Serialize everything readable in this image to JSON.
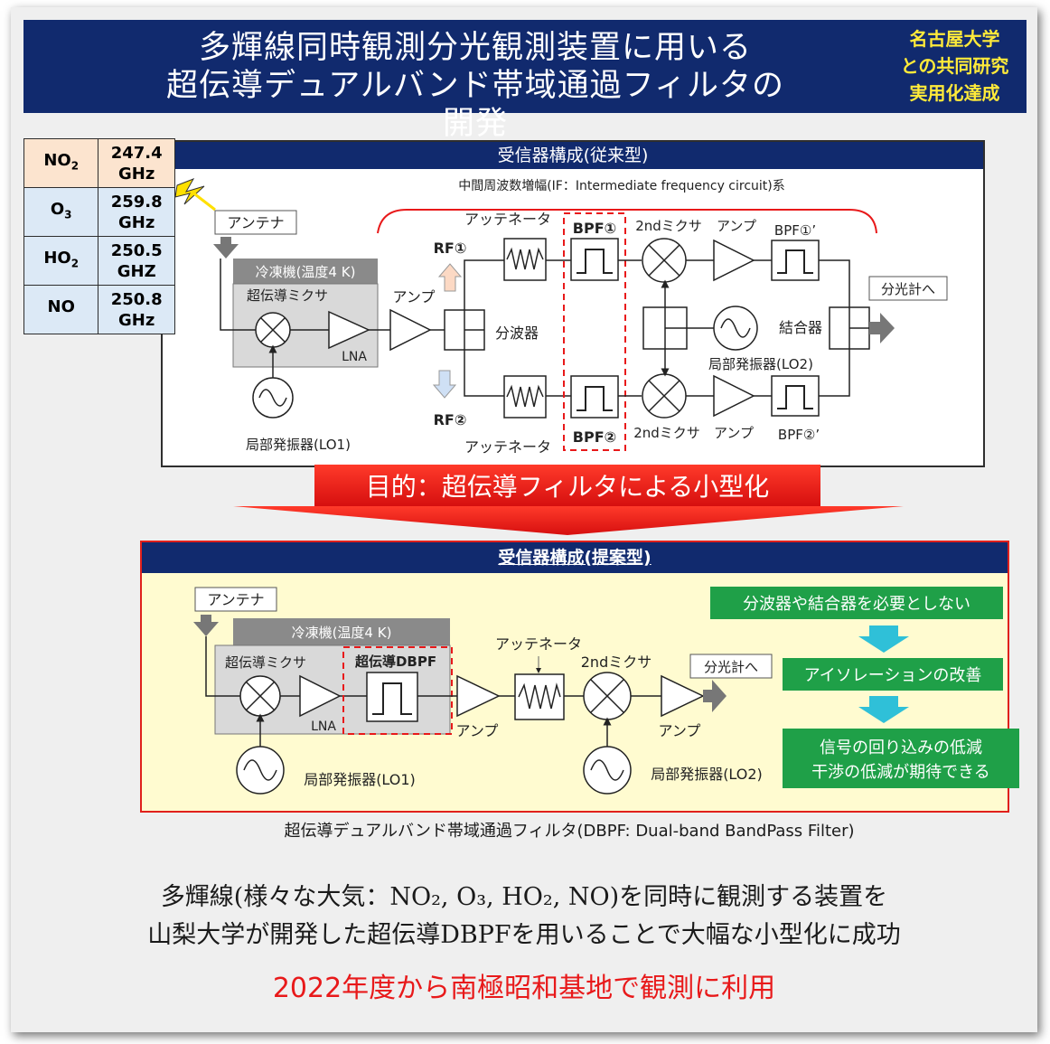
{
  "banner": {
    "title_line1": "多輝線同時観測分光観測装置に用いる",
    "title_line2": "超伝導デュアルバンド帯域通過フィルタの開発",
    "note_line1": "名古屋大学",
    "note_line2": "との共同研究",
    "note_line3": "実用化達成"
  },
  "gases": [
    {
      "name": "NO",
      "sub": "2",
      "freq": "247.4",
      "unit": "GHz"
    },
    {
      "name": "O",
      "sub": "3",
      "freq": "259.8",
      "unit": "GHz"
    },
    {
      "name": "HO",
      "sub": "2",
      "freq": "250.5",
      "unit": "GHZ"
    },
    {
      "name": "NO",
      "sub": "",
      "freq": "250.8",
      "unit": "GHz"
    }
  ],
  "conventional": {
    "header": "受信器構成(従来型)",
    "if_label": "中間周波数増幅(IF：Intermediate frequency circuit)系",
    "antenna": "アンテナ",
    "fridge": "冷凍機(温度4 K)",
    "sc_mixer": "超伝導ミクサ",
    "lna": "LNA",
    "lo1": "局部発振器(LO1)",
    "amp": "アンプ",
    "splitter": "分波器",
    "rf1": "RF①",
    "rf2": "RF②",
    "attenuator_top": "アッテネータ",
    "attenuator_bottom": "アッテネータ",
    "bpf1": "BPF①",
    "bpf2": "BPF②",
    "mixer2_top": "2ndミクサ",
    "mixer2_bottom": "2ndミクサ",
    "amp_top": "アンプ",
    "amp_bottom": "アンプ",
    "bpf1p": "BPF①’",
    "bpf2p": "BPF②’",
    "lo2": "局部発振器(LO2)",
    "combiner": "結合器",
    "to_spectrometer": "分光計へ"
  },
  "purpose": "目的：超伝導フィルタによる小型化",
  "proposed": {
    "header": "受信器構成(提案型)",
    "antenna": "アンテナ",
    "fridge": "冷凍機(温度4 K)",
    "sc_mixer": "超伝導ミクサ",
    "sc_dbpf": "超伝導DBPF",
    "lna": "LNA",
    "lo1": "局部発振器(LO1)",
    "amp1": "アンプ",
    "attenuator": "アッテネータ",
    "mixer2": "2ndミクサ",
    "amp2": "アンプ",
    "lo2": "局部発振器(LO2)",
    "to_spectrometer": "分光計へ",
    "benefit1": "分波器や結合器を必要としない",
    "benefit2": "アイソレーションの改善",
    "benefit3_line1": "信号の回り込みの低減",
    "benefit3_line2": "干渉の低減が期待できる"
  },
  "dbpf_caption": "超伝導デュアルバンド帯域通過フィルタ(DBPF: Dual-band BandPass Filter)",
  "summary": {
    "line1": "多輝線(様々な大気：NO₂, O₃, HO₂, NO)を同時に観測する装置を",
    "line2": "山梨大学が開発した超伝導DBPFを用いることで大幅な小型化に成功",
    "highlight": "2022年度から南極昭和基地で観測に利用"
  },
  "colors": {
    "navy": "#112a6e",
    "red": "#e8191a",
    "yellow_note": "#ffea3a",
    "green_box": "#1fa048",
    "cyan_arrow": "#2fc0d8",
    "panel_cream": "#fffbd0"
  }
}
